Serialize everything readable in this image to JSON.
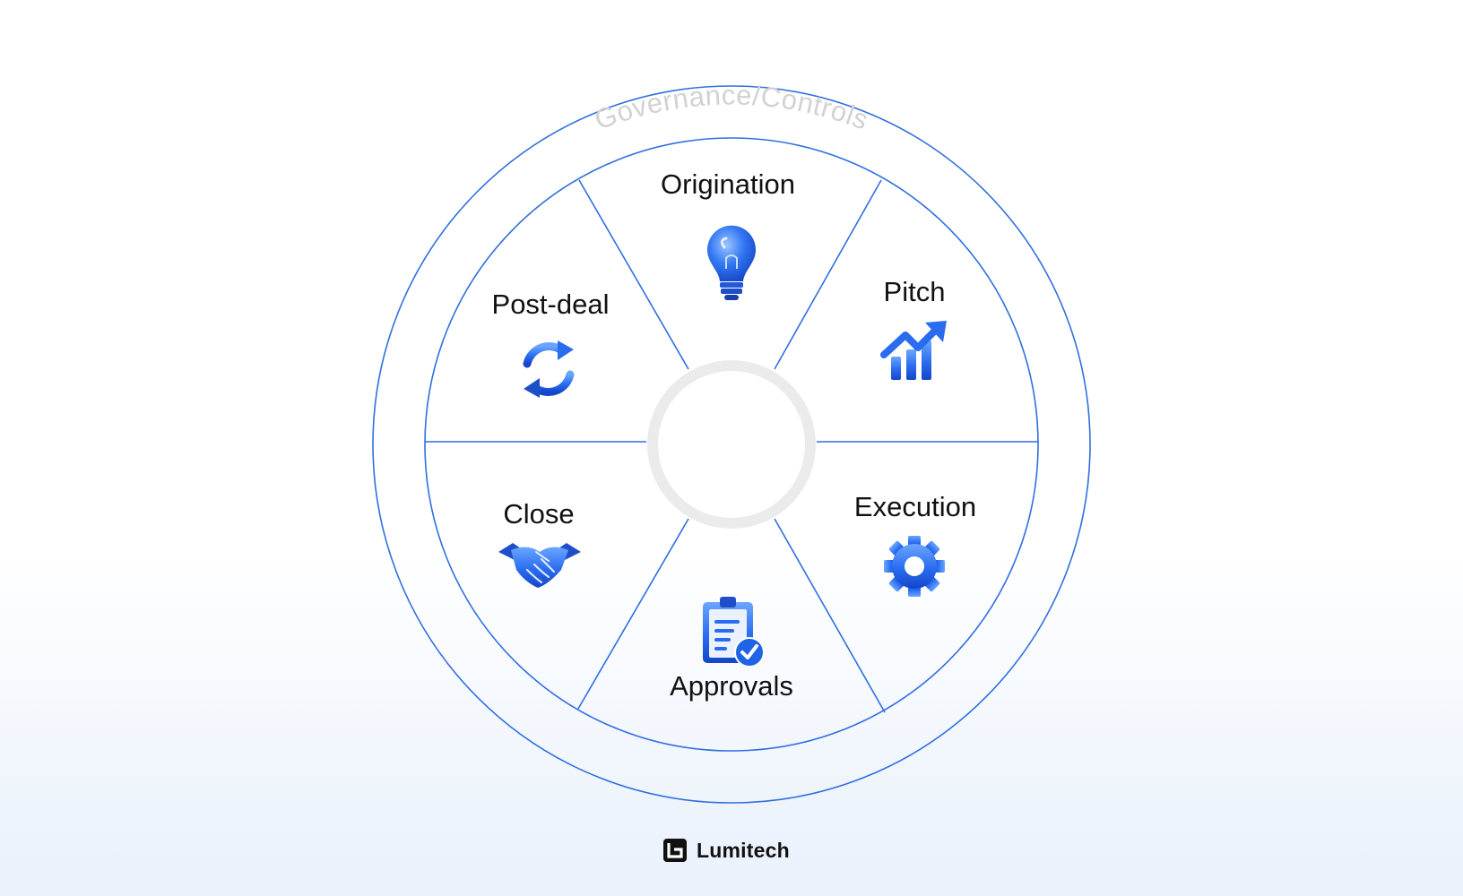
{
  "diagram": {
    "ring_label": "Governance/Controls",
    "segments": [
      {
        "label": "Origination",
        "icon": "lightbulb-icon"
      },
      {
        "label": "Pitch",
        "icon": "growth-chart-icon"
      },
      {
        "label": "Execution",
        "icon": "gear-icon"
      },
      {
        "label": "Approvals",
        "icon": "clipboard-check-icon"
      },
      {
        "label": "Close",
        "icon": "handshake-icon"
      },
      {
        "label": "Post-deal",
        "icon": "refresh-cycle-icon"
      }
    ]
  },
  "brand": {
    "name": "Lumitech",
    "logo_icon": "lumitech-logo-icon"
  },
  "colors": {
    "ring_stroke": "#2f6fe0",
    "icon_blue": "#1f63e6",
    "icon_light": "#6aa6ff",
    "label_text": "#111111",
    "governance_text": "#d2d2d2",
    "center_ring": "#ebebeb"
  }
}
